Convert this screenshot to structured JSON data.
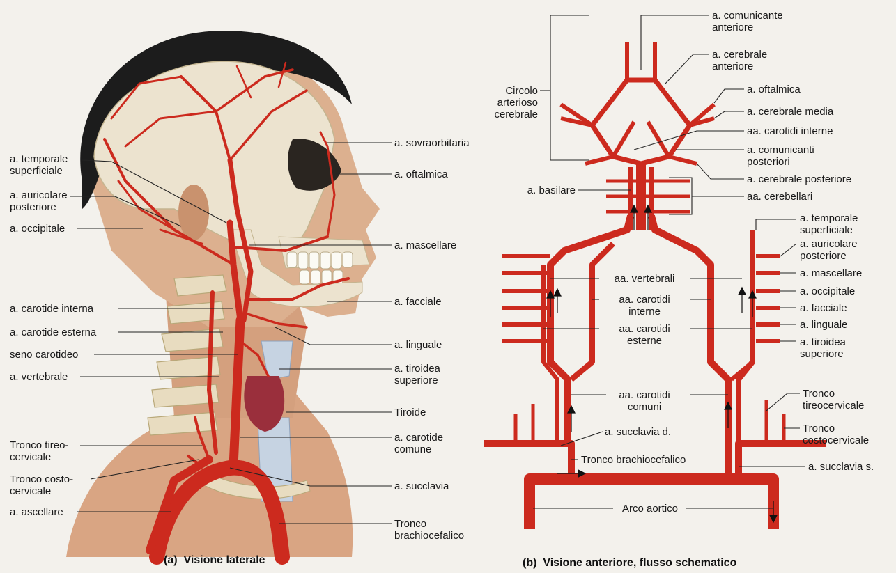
{
  "captions": {
    "lateral": "(a)  Visione laterale",
    "anterior": "(b)  Visione anteriore, flusso schematico"
  },
  "left_labels": {
    "temporale_superficiale": "a. temporale\nsuperficiale",
    "auricolare_posteriore": "a. auricolare\nposteriore",
    "occipitale": "a. occipitale",
    "carotide_interna": "a. carotide interna",
    "carotide_esterna": "a. carotide esterna",
    "seno_carotideo": "seno carotideo",
    "vertebrale": "a. vertebrale",
    "tronco_tireocervicale": "Tronco tireo-\ncervicale",
    "tronco_costocervicale": "Tronco costo-\ncervicale",
    "ascellare": "a. ascellare"
  },
  "middle_labels": {
    "sovraorbitaria": "a. sovraorbitaria",
    "oftalmica": "a. oftalmica",
    "mascellare": "a. mascellare",
    "facciale": "a. facciale",
    "linguale": "a. linguale",
    "tiroidea_superiore": "a. tiroidea\nsuperiore",
    "tiroide": "Tiroide",
    "carotide_comune": "a. carotide\ncomune",
    "succlavia": "a. succlavia",
    "tronco_brachiocefalico": "Tronco\nbrachiocefalico"
  },
  "schematic_labels": {
    "circolo": "Circolo\narterioso\ncerebrale",
    "comunicante_anteriore": "a. comunicante\nanteriore",
    "cerebrale_anteriore": "a. cerebrale\nanteriore",
    "oftalmica": "a. oftalmica",
    "cerebrale_media": "a. cerebrale media",
    "carotidi_interne": "aa. carotidi interne",
    "comunicanti_posteriori": "a. comunicanti\nposteriori",
    "cerebrale_posteriore": "a. cerebrale posteriore",
    "basilare": "a. basilare",
    "cerebellari": "aa. cerebellari",
    "temporale_superficiale": "a. temporale\nsuperficiale",
    "auricolare_posteriore": "a. auricolare\nposteriore",
    "mascellare": "a. mascellare",
    "occipitale": "a. occipitale",
    "facciale": "a. facciale",
    "linguale": "a. linguale",
    "tiroidea_superiore": "a. tiroidea\nsuperiore",
    "vertebrali": "aa. vertebrali",
    "carotidi_interne_center": "aa. carotidi\ninterne",
    "carotidi_esterne_center": "aa. carotidi\nesterne",
    "carotidi_comuni": "aa. carotidi\ncomuni",
    "succlavia_d": "a. succlavia d.",
    "tronco_brachiocefalico": "Tronco brachiocefalico",
    "tronco_tireocervicale": "Tronco\ntireocervicale",
    "tronco_costocervicale": "Tronco\ncostocervicale",
    "succlavia_s": "a. succlavia s.",
    "arco_aortico": "Arco aortico"
  },
  "colors": {
    "artery": "#cc2a1e",
    "artery_dark": "#9a1a12",
    "bone": "#e8dcc0",
    "skin": "#d9a583",
    "hair": "#1c1c1c",
    "leader": "#222222",
    "background": "#f3f1ec"
  }
}
